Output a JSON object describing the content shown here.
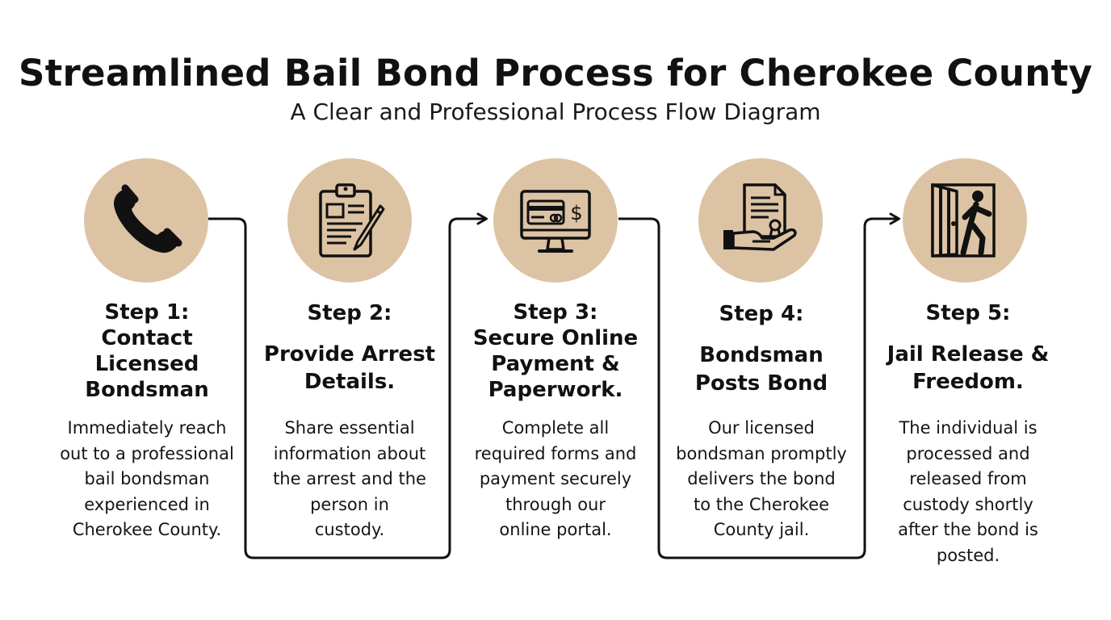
{
  "header": {
    "title": "Streamlined Bail Bond Process for Cherokee County",
    "subtitle": "A Clear and Professional Process Flow Diagram"
  },
  "colors": {
    "circle_fill": "#dcc3a4",
    "icon_stroke": "#111111",
    "connector": "#111111"
  },
  "steps": [
    {
      "number": "Step 1:",
      "title_lines": [
        "Contact",
        "Licensed",
        "Bondsman"
      ],
      "description_lines": [
        "Immediately reach",
        "out to a professional",
        "bail bondsman",
        "experienced in",
        "Cherokee County."
      ],
      "icon": "phone-icon"
    },
    {
      "number": "Step 2:",
      "title_lines": [
        "Provide Arrest",
        "Details."
      ],
      "description_lines": [
        "Share essential",
        "information about",
        "the arrest and the",
        "person in",
        "custody."
      ],
      "icon": "clipboard-icon"
    },
    {
      "number": "Step 3:",
      "title_lines": [
        "Secure Online",
        "Payment &",
        "Paperwork."
      ],
      "description_lines": [
        "Complete all",
        "required forms and",
        "payment securely",
        "through our",
        "online portal."
      ],
      "icon": "online-payment-icon"
    },
    {
      "number": "Step 4:",
      "title_lines": [
        "Bondsman",
        "Posts Bond"
      ],
      "description_lines": [
        "Our licensed",
        "bondsman promptly",
        "delivers the bond",
        "to the Cherokee",
        "County jail."
      ],
      "icon": "bond-document-icon"
    },
    {
      "number": "Step 5:",
      "title_lines": [
        "Jail Release &",
        "Freedom."
      ],
      "description_lines": [
        "The individual is",
        "processed and",
        "released from",
        "custody shortly",
        "after the bond is",
        "posted."
      ],
      "icon": "jail-release-icon"
    }
  ]
}
